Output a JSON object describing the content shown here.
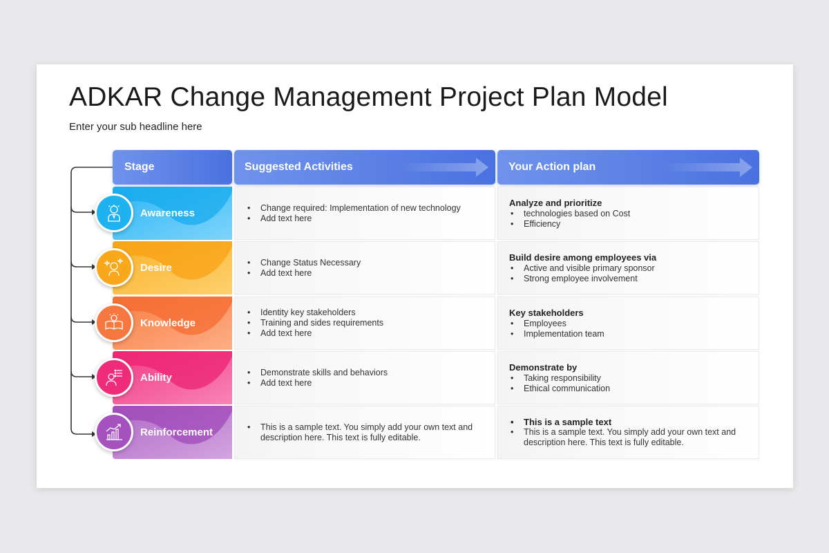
{
  "title": "ADKAR Change Management Project Plan Model",
  "subtitle": "Enter your sub headline here",
  "headers": {
    "stage": "Stage",
    "activities": "Suggested Activities",
    "plan": "Your Action plan"
  },
  "rows": [
    {
      "stage": "Awareness",
      "color": "#1eb2f0",
      "icon": "idea-person-icon",
      "activities": [
        "Change required: Implementation of new technology",
        "Add text here"
      ],
      "plan_title": "Analyze and prioritize",
      "plan_items": [
        "technologies based on Cost",
        "Efficiency"
      ]
    },
    {
      "stage": "Desire",
      "color": "#f9a81c",
      "icon": "person-stars-icon",
      "activities": [
        "Change Status Necessary",
        "Add text here"
      ],
      "plan_title": "Build desire among employees via",
      "plan_items": [
        "Active and visible primary sponsor",
        "Strong employee involvement"
      ]
    },
    {
      "stage": "Knowledge",
      "color": "#f6773f",
      "icon": "book-brain-icon",
      "activities": [
        "Identity key stakeholders",
        "Training and sides requirements",
        "Add text here"
      ],
      "plan_title": "Key stakeholders",
      "plan_items": [
        "Employees",
        "Implementation team"
      ]
    },
    {
      "stage": "Ability",
      "color": "#ee2c7a",
      "icon": "person-checklist-icon",
      "activities": [
        "Demonstrate skills and behaviors",
        "Add text here"
      ],
      "plan_title": "Demonstrate by",
      "plan_items": [
        "Taking responsibility",
        "Ethical communication"
      ]
    },
    {
      "stage": "Reinforcement",
      "color": "#a652be",
      "icon": "growth-chart-icon",
      "activities": [
        "This is a sample text. You simply add your own text and description here. This text is fully editable."
      ],
      "plan_title": "",
      "plan_bold_item": "This is a sample text",
      "plan_items": [
        "This is a sample text. You simply add your own text and description here. This text is fully editable."
      ]
    }
  ]
}
